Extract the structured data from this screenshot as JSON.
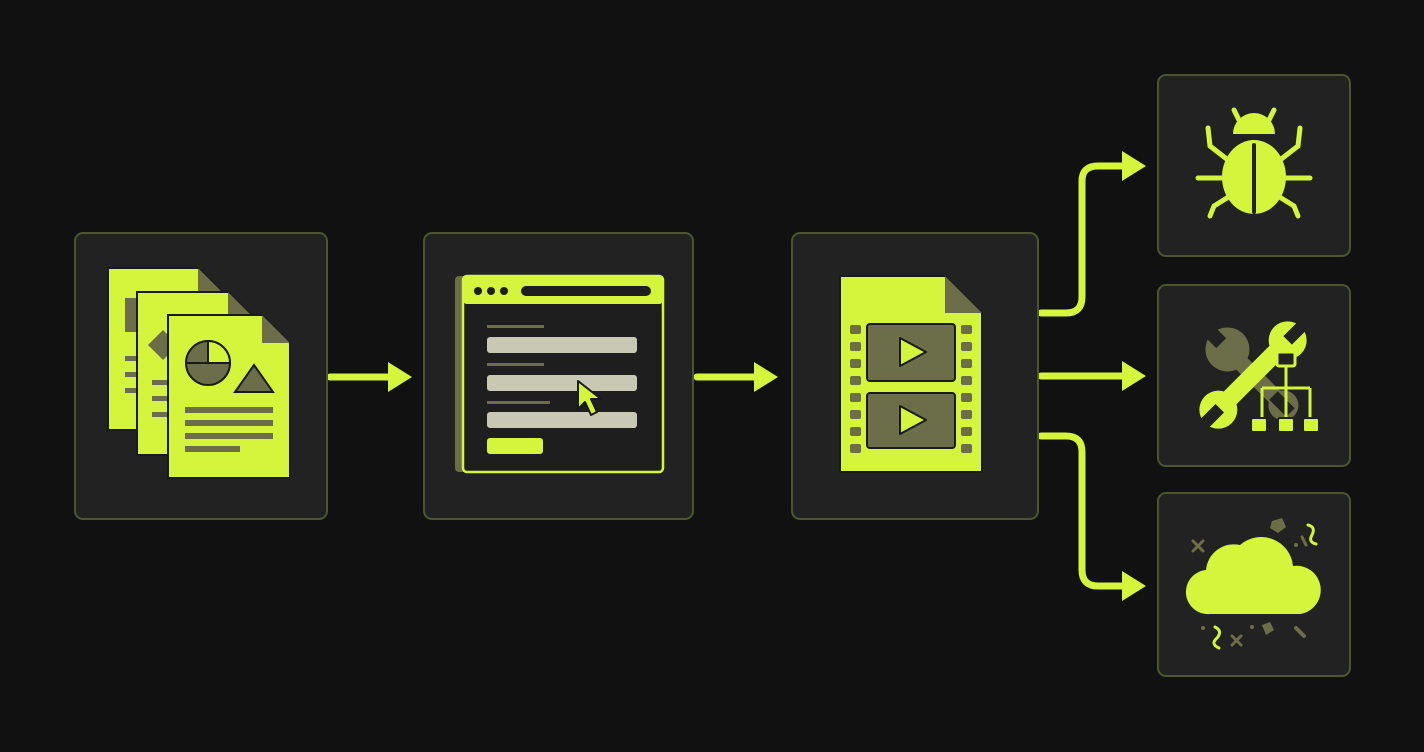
{
  "palette": {
    "background": "#111111",
    "node_fill": "#222222",
    "node_border": "#4c5530",
    "accent": "#d4f53c",
    "accent_dark": "#6b6e48",
    "panel_gray": "#c8c8b4"
  },
  "nodes": [
    {
      "id": "documents",
      "icon": "documents-icon"
    },
    {
      "id": "web-form",
      "icon": "browser-form-icon"
    },
    {
      "id": "video-file",
      "icon": "video-file-icon"
    },
    {
      "id": "bug",
      "icon": "bug-icon"
    },
    {
      "id": "tools",
      "icon": "wrench-network-icon"
    },
    {
      "id": "cloud-debris",
      "icon": "cloud-debris-icon"
    }
  ],
  "edges": [
    {
      "from": "documents",
      "to": "web-form"
    },
    {
      "from": "web-form",
      "to": "video-file"
    },
    {
      "from": "video-file",
      "to": "bug"
    },
    {
      "from": "video-file",
      "to": "tools"
    },
    {
      "from": "video-file",
      "to": "cloud-debris"
    }
  ]
}
